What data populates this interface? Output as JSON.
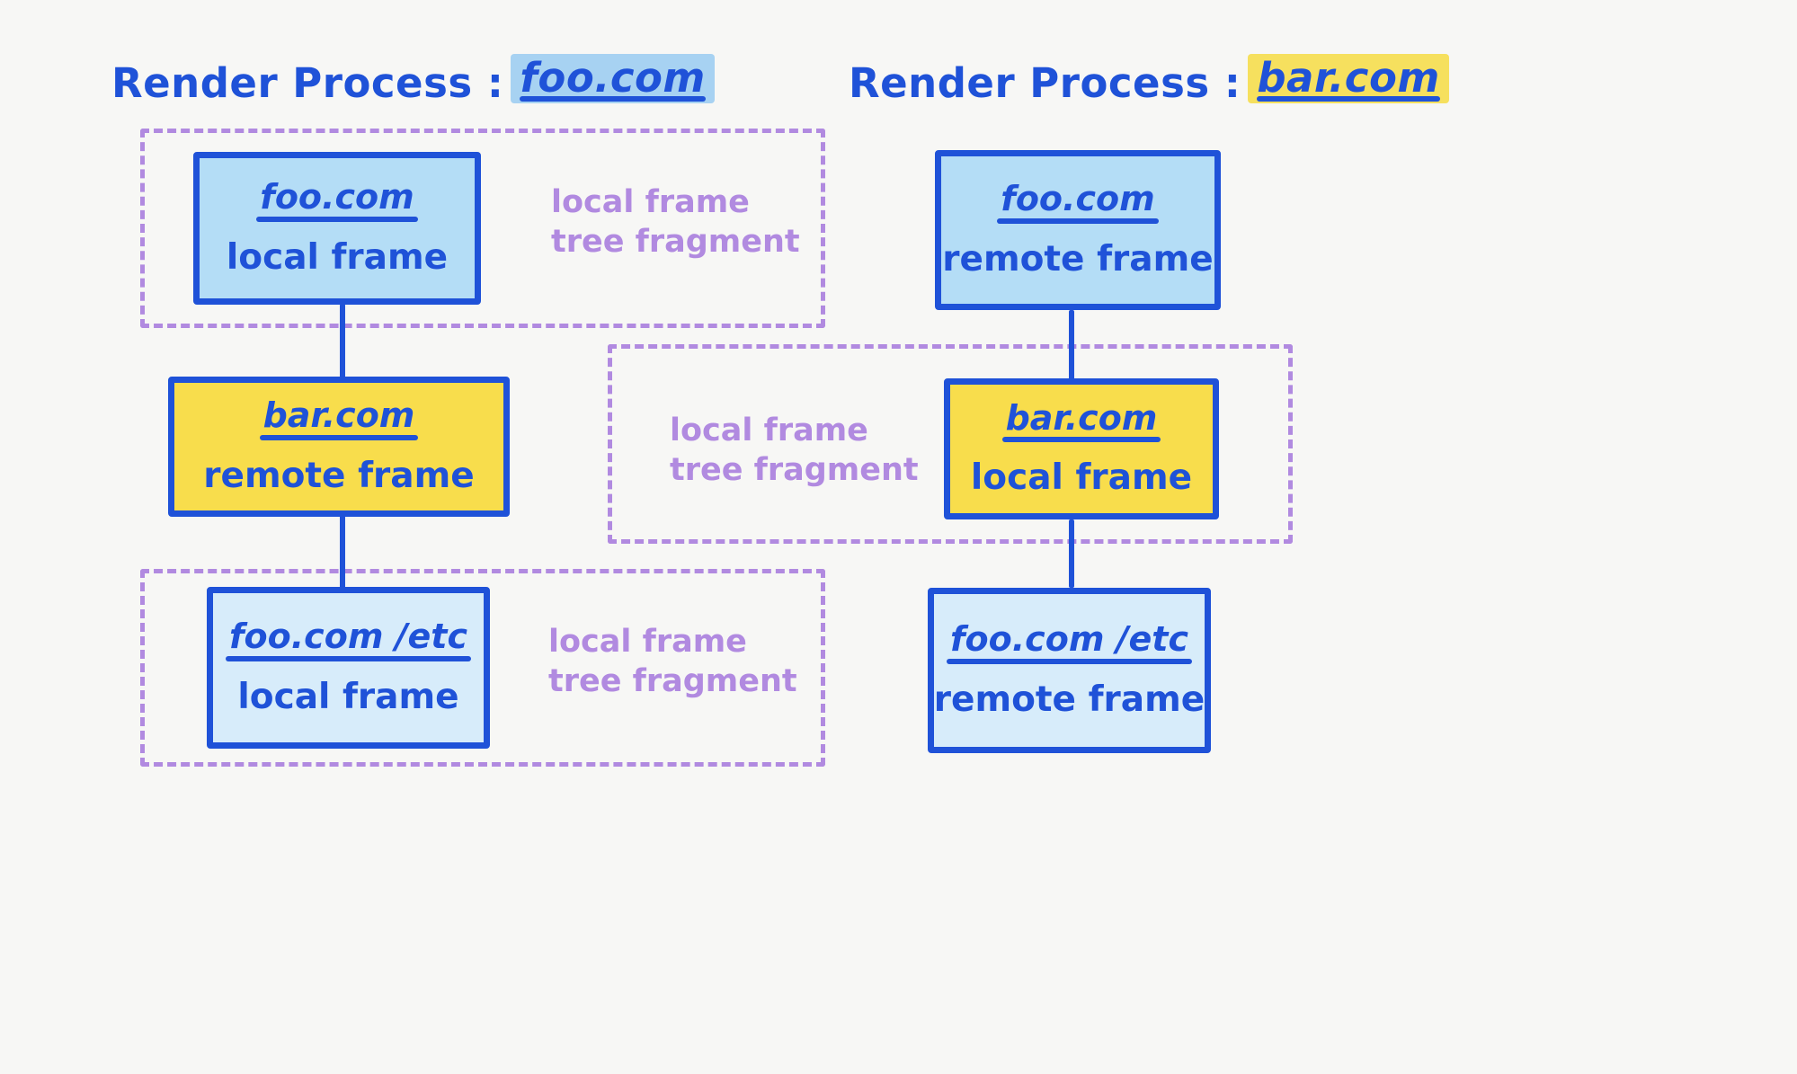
{
  "diagram": {
    "background_color": "#f7f7f5",
    "accent_blue": "#1f52d8",
    "accent_yellow": "#f8dd4c",
    "accent_purple": "#b18ae0",
    "titles": [
      {
        "lead": "Render Process :",
        "highlight": "foo.com",
        "highlight_color": "#a7d2f2"
      },
      {
        "lead": "Render Process :",
        "highlight": "bar.com",
        "highlight_color": "#f6e05e"
      }
    ],
    "left_column": {
      "process": "foo.com",
      "nodes": [
        {
          "url": "foo.com",
          "kind": "local frame",
          "fill": "#b4ddf6"
        },
        {
          "url": "bar.com",
          "kind": "remote frame",
          "fill": "#f8dd4c"
        },
        {
          "url": "foo.com /etc",
          "kind": "local frame",
          "fill": "#d7ecfa"
        }
      ],
      "fragments": [
        {
          "label": "local frame\ntree fragment"
        },
        {
          "label": "local frame\ntree fragment"
        }
      ]
    },
    "right_column": {
      "process": "bar.com",
      "nodes": [
        {
          "url": "foo.com",
          "kind": "remote frame",
          "fill": "#b4ddf6"
        },
        {
          "url": "bar.com",
          "kind": "local frame",
          "fill": "#f8dd4c"
        },
        {
          "url": "foo.com /etc",
          "kind": "remote frame",
          "fill": "#d7ecfa"
        }
      ]
    },
    "middle_fragment": {
      "label": "local frame\ntree fragment"
    }
  }
}
